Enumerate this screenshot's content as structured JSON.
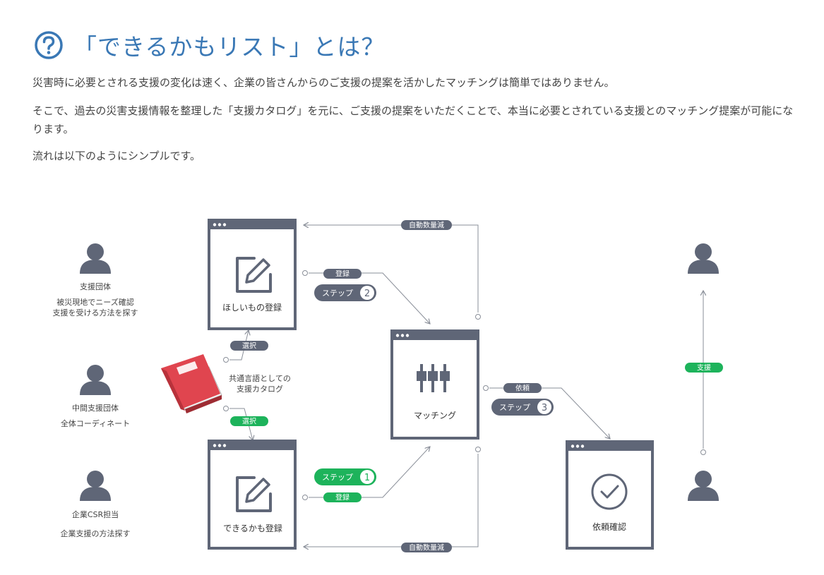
{
  "header": {
    "title": "「できるかもリスト」とは？",
    "icon": "question-circle-icon"
  },
  "intro": {
    "p1": "災害時に必要とされる支援の変化は速く、企業の皆さんからのご支援の提案を活かしたマッチングは簡単ではありません。",
    "p2": "そこで、過去の災害支援情報を整理した「支援カタログ」を元に、ご支援の提案をいただくことで、本当に必要とされている支援とのマッチング提案が可能になります。",
    "p3": "流れは以下のようにシンプルです。"
  },
  "actors": {
    "support_org": {
      "name": "支援団体",
      "desc1": "被災現地でニーズ確認",
      "desc2": "支援を受ける方法を探す"
    },
    "intermediate": {
      "name": "中間支援団体",
      "desc1": "全体コーディネート"
    },
    "corporate": {
      "name": "企業CSR担当",
      "desc1": "企業支援の方法探す"
    }
  },
  "boxes": {
    "wants": "ほしいもの登録",
    "cando": "できるかも登録",
    "matching": "マッチング",
    "confirm": "依頼確認"
  },
  "catalog": {
    "line1": "共通言語としての",
    "line2": "支援カタログ"
  },
  "labels": {
    "auto_decrease": "自動数量減",
    "register": "登録",
    "select": "選択",
    "request": "依頼",
    "support": "支援",
    "step": "ステップ",
    "step1": "1",
    "step2": "2",
    "step3": "3"
  },
  "colors": {
    "title": "#3a78b5",
    "dark": "#5f6677",
    "green": "#1db35b",
    "book_red": "#e0454f",
    "line": "#8a8f99"
  }
}
